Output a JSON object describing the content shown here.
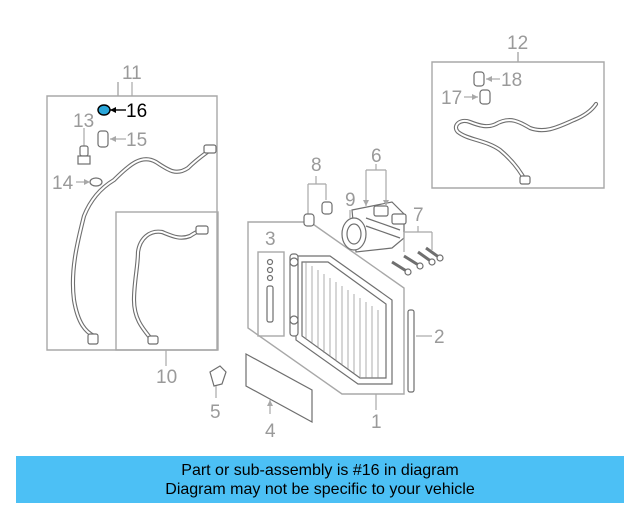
{
  "callouts": {
    "c1": "1",
    "c2": "2",
    "c3": "3",
    "c4": "4",
    "c5": "5",
    "c6": "6",
    "c7": "7",
    "c8": "8",
    "c9": "9",
    "c10": "10",
    "c11": "11",
    "c12": "12",
    "c13": "13",
    "c14": "14",
    "c15": "15",
    "c16": "16",
    "c17": "17",
    "c18": "18"
  },
  "highlighted_part": "16",
  "colors": {
    "banner": "#4cc0f5",
    "highlight": "#000000",
    "linework": "#6f6f6f",
    "callout_text": "#9a9a9a"
  },
  "banner": {
    "line1": "Part or sub-assembly is #16 in diagram",
    "line2": "Diagram may not be specific to your vehicle"
  }
}
